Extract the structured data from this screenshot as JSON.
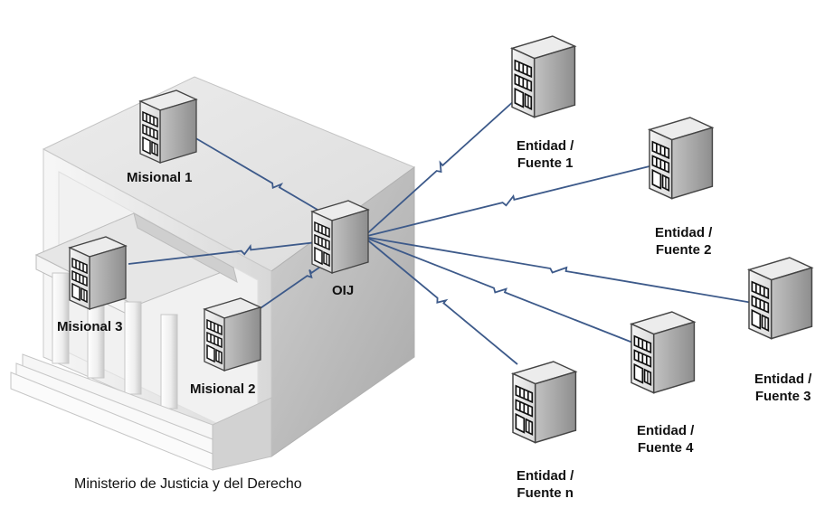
{
  "diagram": {
    "building_label": "Ministerio de Justicia y del Derecho",
    "hub": {
      "label": "OIJ"
    },
    "internal_nodes": [
      {
        "id": "misional-1",
        "label": "Misional 1"
      },
      {
        "id": "misional-2",
        "label": "Misional 2"
      },
      {
        "id": "misional-3",
        "label": "Misional 3"
      }
    ],
    "external_nodes": [
      {
        "id": "fuente-1",
        "line1": "Entidad /",
        "line2": "Fuente 1"
      },
      {
        "id": "fuente-2",
        "line1": "Entidad /",
        "line2": "Fuente 2"
      },
      {
        "id": "fuente-3",
        "line1": "Entidad /",
        "line2": "Fuente 3"
      },
      {
        "id": "fuente-4",
        "line1": "Entidad /",
        "line2": "Fuente 4"
      },
      {
        "id": "fuente-n",
        "line1": "Entidad /",
        "line2": "Fuente n"
      }
    ],
    "colors": {
      "link": "#3d5a8a",
      "node_face": "#e9e9e9",
      "node_side": "#b9b9b9",
      "building": "#dcdcdc"
    }
  }
}
